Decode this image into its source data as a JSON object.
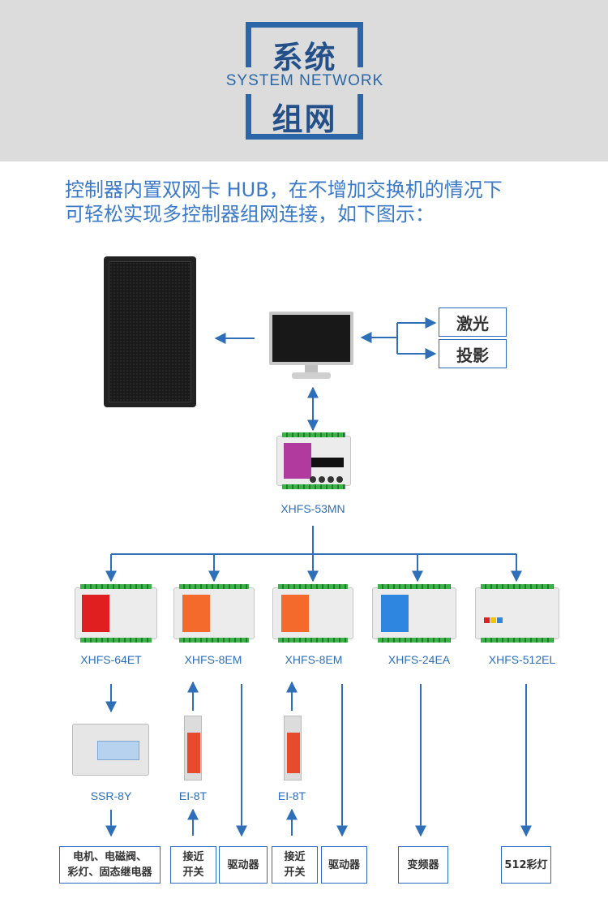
{
  "header": {
    "title_cn_top": "系统",
    "title_en": "SYSTEM NETWORK",
    "title_cn_bottom": "组网"
  },
  "intro": {
    "line1": "控制器内置双网卡 HUB，在不增加交换机的情况下",
    "line2": "可轻松实现多控制器组网连接，如下图示："
  },
  "top_boxes": {
    "laser": "激光",
    "projection": "投影"
  },
  "main_controller": "XHFS-53MN",
  "controllers": [
    "XHFS-64ET",
    "XHFS-8EM",
    "XHFS-8EM",
    "XHFS-24EA",
    "XHFS-512EL"
  ],
  "modules": {
    "ssr": "SSR-8Y",
    "ei_1": "EI-8T",
    "ei_2": "EI-8T"
  },
  "bottom_boxes": {
    "motor_line1": "电机、电磁阀、",
    "motor_line2": "彩灯、固态继电器",
    "sensor1_line1": "接近",
    "sensor1_line2": "开关",
    "driver1": "驱动器",
    "sensor2_line1": "接近",
    "sensor2_line2": "开关",
    "driver2": "驱动器",
    "inverter": "变频器",
    "light": "512彩灯"
  },
  "colors": {
    "accent": "#2a66a8",
    "line": "#2f6fb8",
    "text_blue": "#3a7ac8",
    "label_64et": "#e02020",
    "label_8em": "#f36a2c",
    "label_24ea": "#2f86e0",
    "label_53mn": "#b03a9e"
  },
  "icons": {
    "speaker": "speaker-icon",
    "monitor": "monitor-icon"
  }
}
